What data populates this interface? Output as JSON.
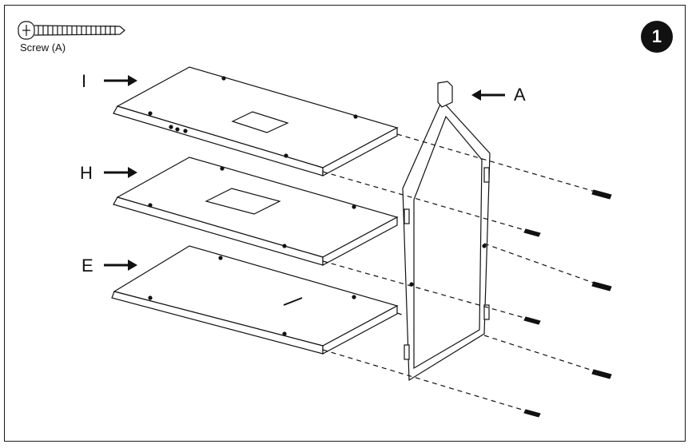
{
  "hardware": {
    "label": "Screw (A)"
  },
  "step": {
    "number": "1"
  },
  "parts": {
    "shelf_top": "I",
    "shelf_middle": "H",
    "shelf_bottom": "E",
    "side_panel": "A"
  }
}
